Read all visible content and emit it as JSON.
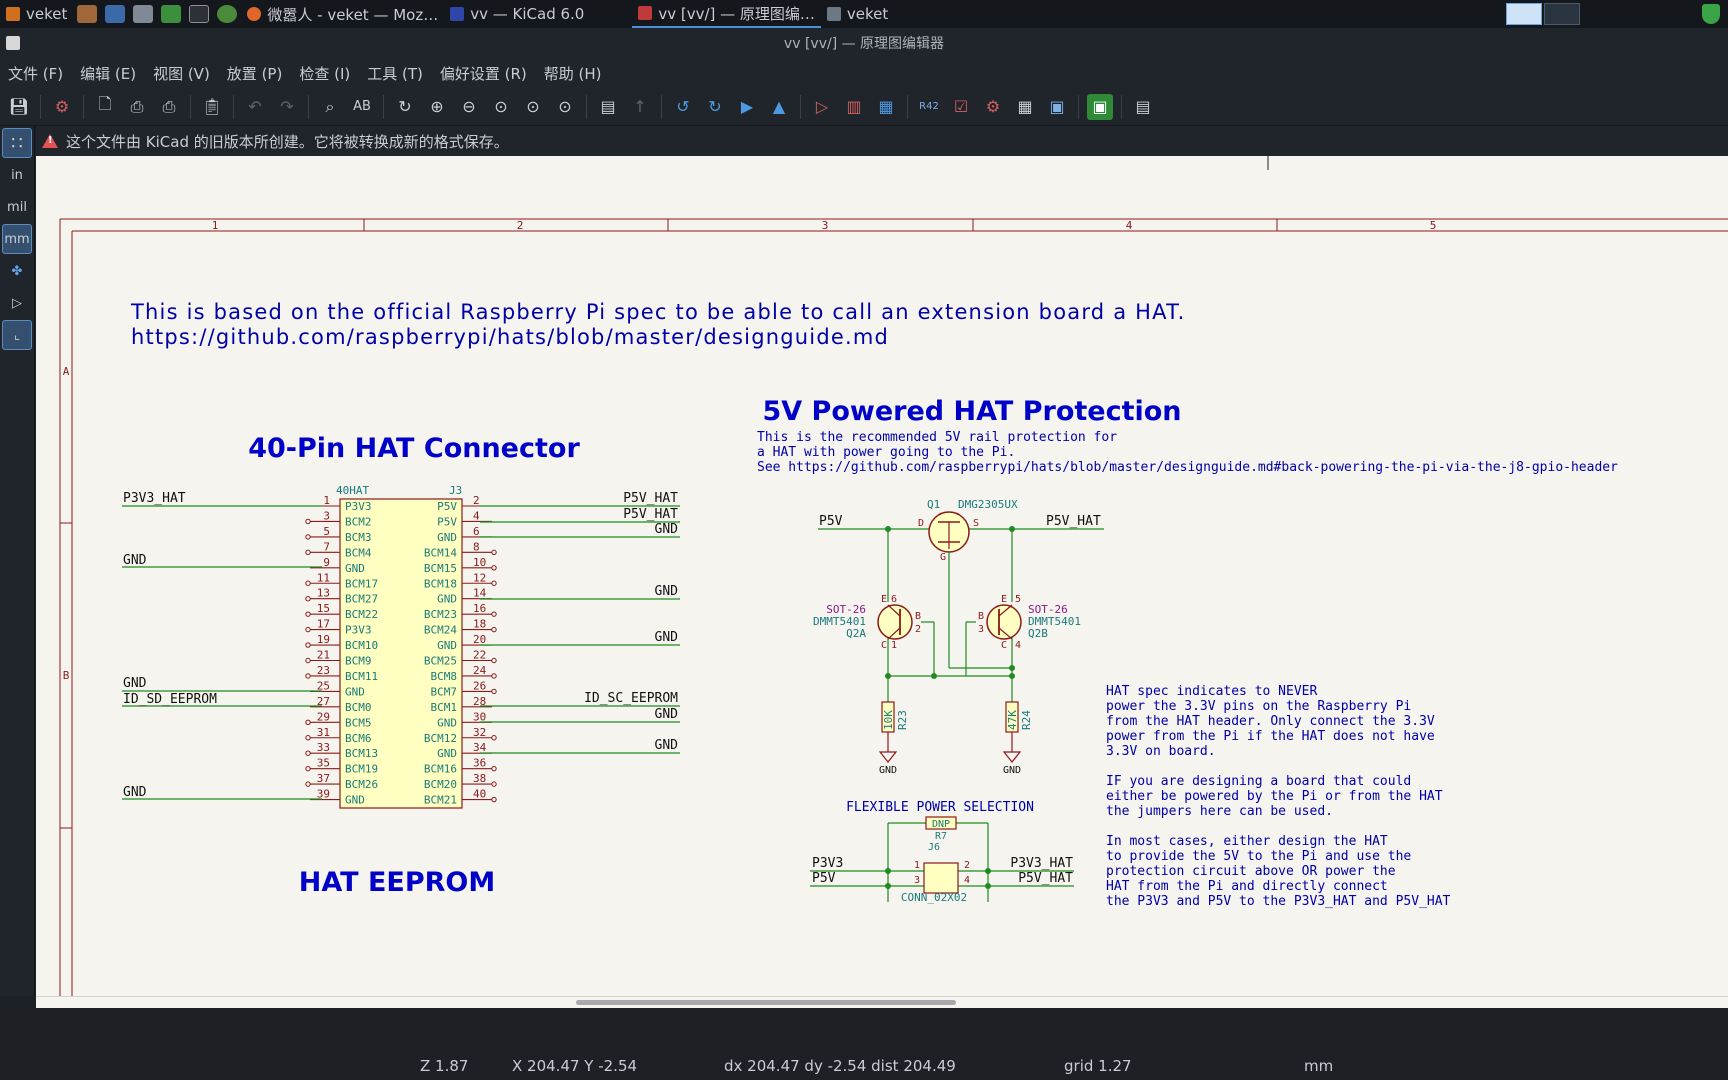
{
  "taskbar": {
    "launcher_label": "veket",
    "tasks": [
      {
        "label": "微嚣人 - veket — Moz…"
      },
      {
        "label": "vv — KiCad 6.0"
      },
      {
        "label": "vv [vv/] — 原理图编…",
        "active": true
      },
      {
        "label": "veket"
      }
    ]
  },
  "window": {
    "title": "vv [vv/] — 原理图编辑器"
  },
  "menu": [
    "文件 (F)",
    "编辑 (E)",
    "视图 (V)",
    "放置 (P)",
    "检查 (I)",
    "工具 (T)",
    "偏好设置 (R)",
    "帮助 (H)"
  ],
  "lefttools": {
    "in": "in",
    "mil": "mil",
    "mm": "mm"
  },
  "infobar": {
    "message": "这个文件由 KiCad 的旧版本所创建。它将被转换成新的格式保存。"
  },
  "schematic": {
    "columns": [
      "1",
      "2",
      "3",
      "4",
      "5"
    ],
    "rows": [
      "A",
      "B"
    ],
    "intro_line1": "This is based on the official Raspberry Pi spec to be able to call an extension board a HAT.",
    "intro_line2": "https://github.com/raspberrypi/hats/blob/master/designguide.md",
    "connector_title": "40-Pin HAT Connector",
    "connector_ref": "40HAT",
    "connector_designator": "J3",
    "left_pins": [
      {
        "num": "1",
        "name": "P3V3"
      },
      {
        "num": "3",
        "name": "BCM2"
      },
      {
        "num": "5",
        "name": "BCM3"
      },
      {
        "num": "7",
        "name": "BCM4"
      },
      {
        "num": "9",
        "name": "GND"
      },
      {
        "num": "11",
        "name": "BCM17"
      },
      {
        "num": "13",
        "name": "BCM27"
      },
      {
        "num": "15",
        "name": "BCM22"
      },
      {
        "num": "17",
        "name": "P3V3"
      },
      {
        "num": "19",
        "name": "BCM10"
      },
      {
        "num": "21",
        "name": "BCM9"
      },
      {
        "num": "23",
        "name": "BCM11"
      },
      {
        "num": "25",
        "name": "GND"
      },
      {
        "num": "27",
        "name": "BCM0"
      },
      {
        "num": "29",
        "name": "BCM5"
      },
      {
        "num": "31",
        "name": "BCM6"
      },
      {
        "num": "33",
        "name": "BCM13"
      },
      {
        "num": "35",
        "name": "BCM19"
      },
      {
        "num": "37",
        "name": "BCM26"
      },
      {
        "num": "39",
        "name": "GND"
      }
    ],
    "right_pins": [
      {
        "num": "2",
        "name": "P5V"
      },
      {
        "num": "4",
        "name": "P5V"
      },
      {
        "num": "6",
        "name": "GND"
      },
      {
        "num": "8",
        "name": "BCM14"
      },
      {
        "num": "10",
        "name": "BCM15"
      },
      {
        "num": "12",
        "name": "BCM18"
      },
      {
        "num": "14",
        "name": "GND"
      },
      {
        "num": "16",
        "name": "BCM23"
      },
      {
        "num": "18",
        "name": "BCM24"
      },
      {
        "num": "20",
        "name": "GND"
      },
      {
        "num": "22",
        "name": "BCM25"
      },
      {
        "num": "24",
        "name": "BCM8"
      },
      {
        "num": "26",
        "name": "BCM7"
      },
      {
        "num": "28",
        "name": "BCM1"
      },
      {
        "num": "30",
        "name": "GND"
      },
      {
        "num": "32",
        "name": "BCM12"
      },
      {
        "num": "34",
        "name": "GND"
      },
      {
        "num": "36",
        "name": "BCM16"
      },
      {
        "num": "38",
        "name": "BCM20"
      },
      {
        "num": "40",
        "name": "BCM21"
      }
    ],
    "left_nets": {
      "p3v3_hat": "P3V3_HAT",
      "gnd_9": "GND",
      "gnd_25": "GND",
      "id_sd": "ID_SD_EEPROM",
      "gnd_39": "GND"
    },
    "right_nets": {
      "p5v_2": "P5V_HAT",
      "p5v_4": "P5V_HAT",
      "gnd_6": "GND",
      "gnd_14": "GND",
      "gnd_20": "GND",
      "id_sc": "ID_SC_EEPROM",
      "gnd_30": "GND",
      "gnd_34": "GND"
    },
    "protection_title": "5V Powered HAT Protection",
    "protection_note": [
      "This is the recommended 5V rail protection for",
      "a HAT with power going to the Pi.",
      "See https://github.com/raspberrypi/hats/blob/master/designguide.md#back-powering-the-pi-via-the-j8-gpio-header"
    ],
    "q1_ref": "Q1",
    "q1_part": "DMG2305UX",
    "q1_pins": {
      "d": "D",
      "s": "S",
      "g": "G"
    },
    "net_p5v": "P5V",
    "net_p5v_hat": "P5V_HAT",
    "q2a": {
      "pkg": "SOT-26",
      "part": "DMMT5401",
      "ref": "Q2A",
      "b": "B",
      "c": "C",
      "e": "E",
      "p6": "6",
      "p2": "2",
      "p1": "1"
    },
    "q2b": {
      "pkg": "SOT-26",
      "part": "DMMT5401",
      "ref": "Q2B",
      "b": "B",
      "c": "C",
      "e": "E",
      "p5": "5",
      "p3": "3",
      "p4": "4"
    },
    "r23": {
      "value": "10K",
      "ref": "R23"
    },
    "r24": {
      "value": "47K",
      "ref": "R24"
    },
    "gnd_label": "GND",
    "flex_title": "FLEXIBLE POWER SELECTION",
    "r7": {
      "value": "DNP",
      "ref": "R7"
    },
    "j6": {
      "ref": "J6",
      "part": "CONN_02X02",
      "p1": "1",
      "p2": "2",
      "p3": "3",
      "p4": "4"
    },
    "flex_nets": {
      "p3v3": "P3V3",
      "p5v": "P5V",
      "p3v3_hat": "P3V3_HAT",
      "p5v_hat": "P5V_HAT"
    },
    "hat_note": [
      "HAT spec indicates to NEVER",
      "power the 3.3V pins on the Raspberry Pi",
      "from the HAT header. Only connect the 3.3V",
      "power from the Pi if the HAT does not have",
      "3.3V on board.",
      "",
      "IF you are designing a board that could",
      "either be powered by the Pi or from the HAT",
      "the jumpers here can be used.",
      "",
      "In most cases, either design the HAT",
      "to provide the 5V to the Pi and use the",
      "protection circuit above OR power the",
      "HAT from the Pi and directly connect",
      "the P3V3 and P5V to the P3V3_HAT and P5V_HAT"
    ],
    "eeprom_title": "HAT EEPROM"
  },
  "status": {
    "zoom": "Z 1.87",
    "xy": "X 204.47  Y -2.54",
    "delta": "dx 204.47  dy -2.54  dist 204.49",
    "grid": "grid 1.27",
    "units": "mm"
  },
  "colors": {
    "wire": "#1f8a1f",
    "pin": "#8b1a1a",
    "body_fill": "#ffffc2",
    "title_text": "#0000c8",
    "note_text": "#0000a8",
    "frame": "#8b1a1a"
  }
}
